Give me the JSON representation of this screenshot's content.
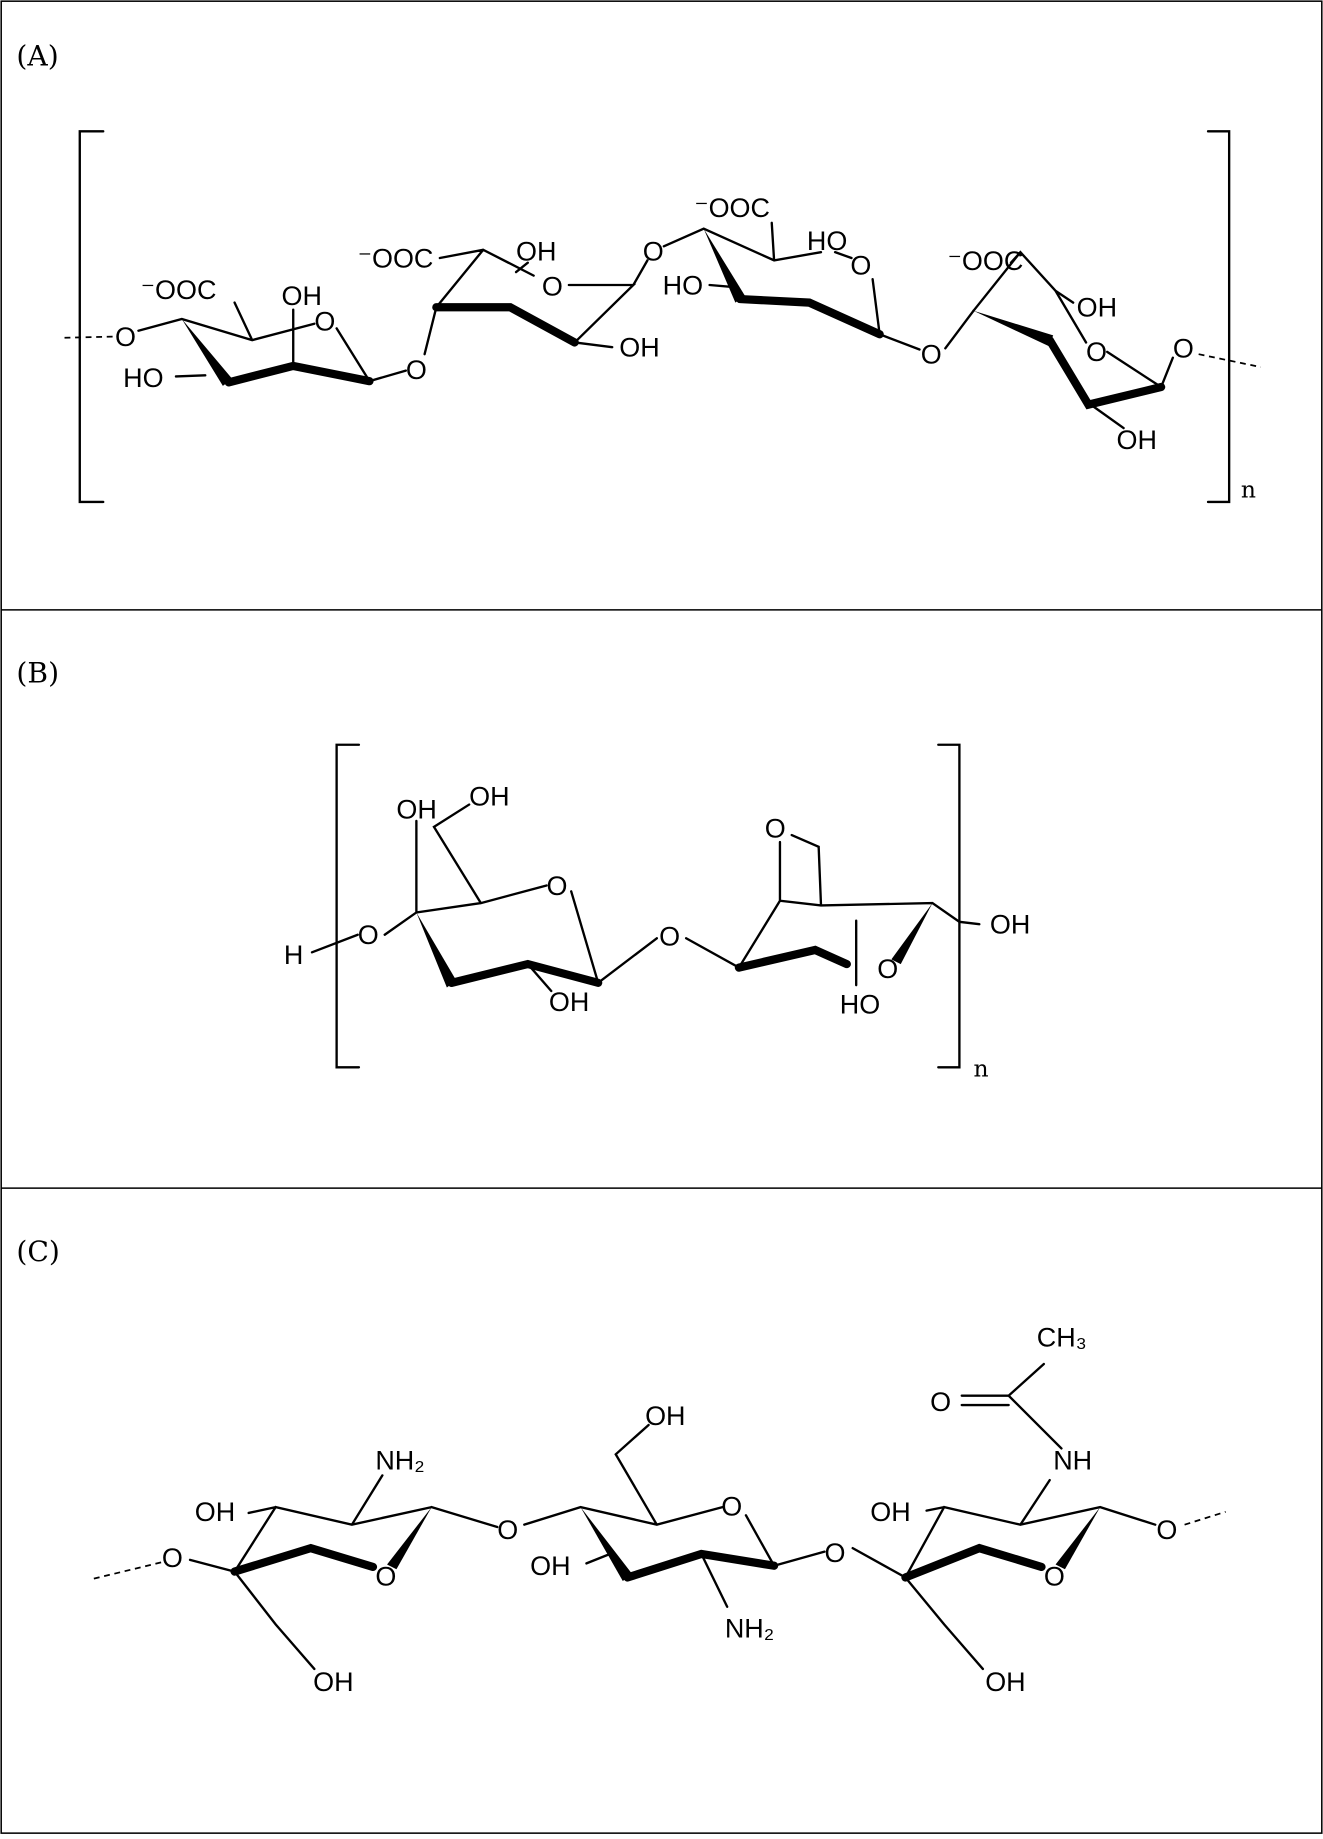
{
  "panels": [
    {
      "label": "(A)",
      "repeat": "n",
      "labels": [
        "O",
        "⁻OOC",
        "OH",
        "O",
        "HO",
        "O",
        "⁻OOC",
        "OH",
        "O",
        "OH",
        "O",
        "⁻OOC",
        "HO",
        "O",
        "HO",
        "O",
        "⁻OOC",
        "OH",
        "O",
        "O",
        "OH"
      ]
    },
    {
      "label": "(B)",
      "repeat": "n",
      "labels": [
        "H",
        "O",
        "OH",
        "OH",
        "O",
        "OH",
        "O",
        "O",
        "HO",
        "O",
        "OH"
      ]
    },
    {
      "label": "(C)",
      "labels": [
        "O",
        "OH",
        "NH₂",
        "O",
        "OH",
        "O",
        "OH",
        "OH",
        "NH₂",
        "O",
        "OH",
        "O",
        "OH",
        "NH",
        "O",
        "CH₃",
        "O",
        "OH"
      ]
    }
  ]
}
